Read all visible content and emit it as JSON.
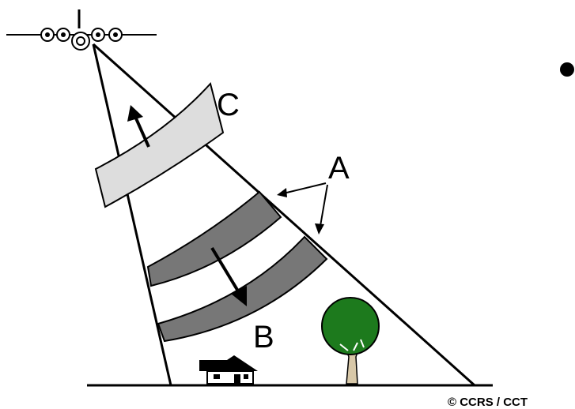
{
  "diagram": {
    "labels": {
      "a": "A",
      "b": "B",
      "c": "C"
    },
    "copyright": "© CCRS / CCT",
    "colors": {
      "line": "#000000",
      "wavefront_dark": "#777777",
      "wavefront_light": "#dddddd",
      "tree_crown": "#1d7a1d",
      "background": "#ffffff"
    },
    "icons": {
      "aircraft": "airplane-icon",
      "house": "house-icon",
      "tree": "tree-icon",
      "bullet": "bullet-icon"
    }
  }
}
